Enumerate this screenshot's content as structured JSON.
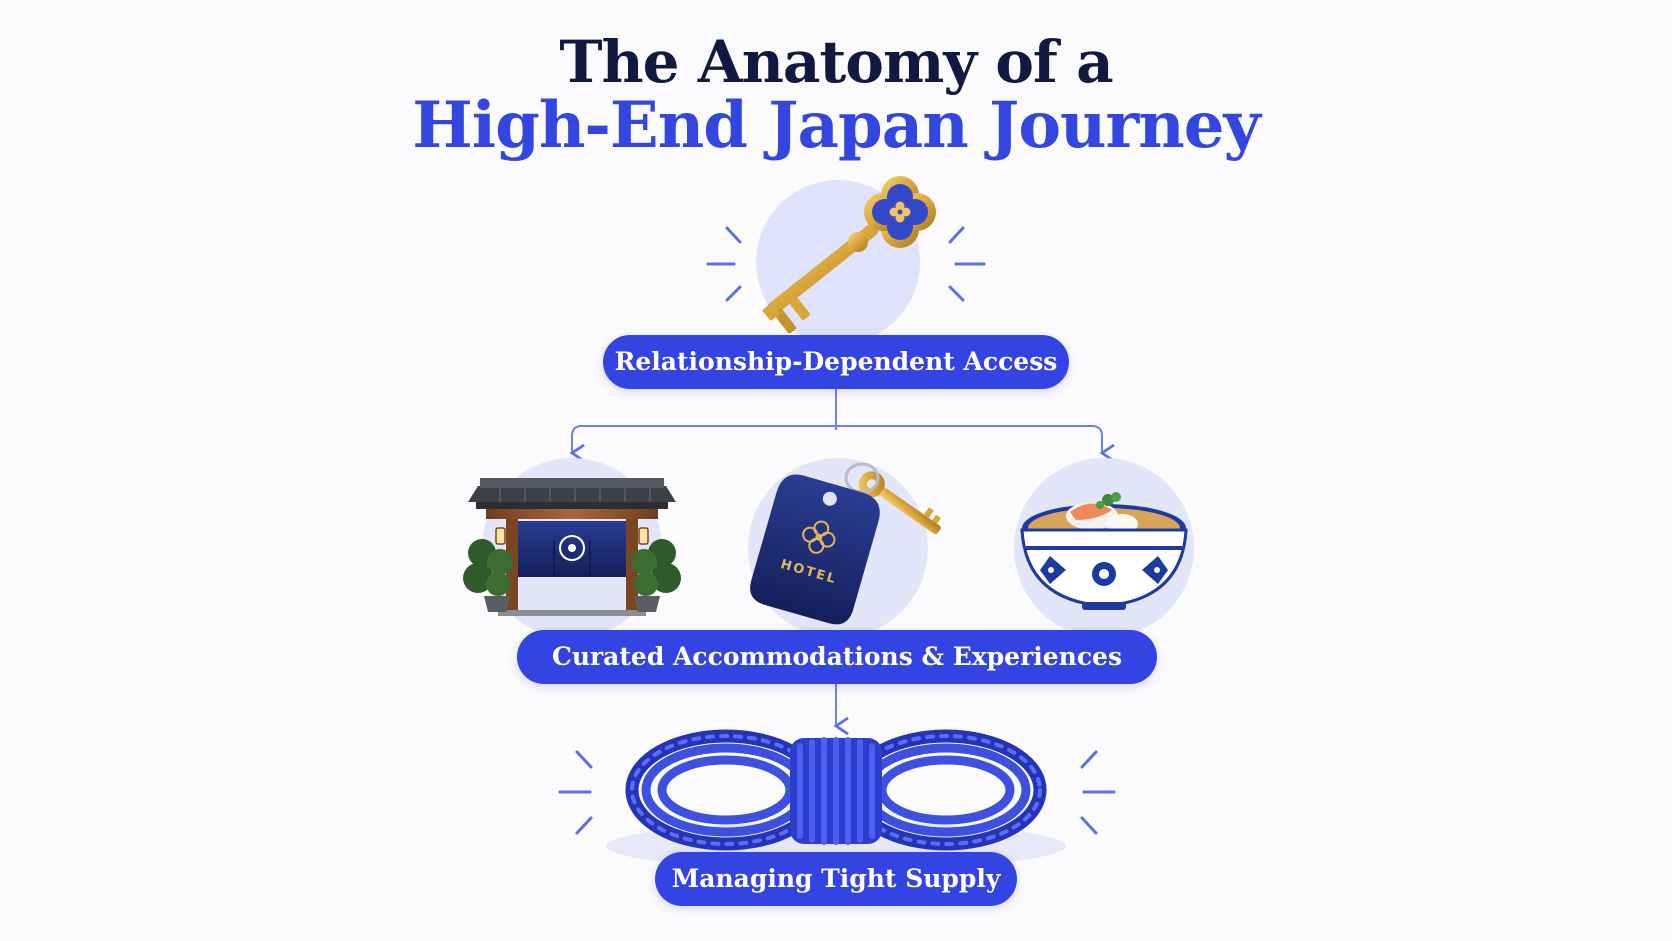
{
  "title": {
    "line1": "The Anatomy of a",
    "line2": "High-End Japan Journey"
  },
  "nodes": {
    "access": {
      "label": "Relationship-Dependent Access",
      "icon": "key-icon"
    },
    "curated": {
      "label": "Curated Accommodations & Experiences",
      "icons": [
        "ryokan-gate-icon",
        "hotel-key-icon",
        "food-bowl-icon"
      ],
      "hotel_tag_text": "HOTEL"
    },
    "supply": {
      "label": "Managing Tight Supply",
      "icon": "rope-coil-icon"
    }
  },
  "colors": {
    "primary_blue": "#3344e2",
    "title_dark": "#101a40",
    "title_blue": "#3347e0",
    "halo": "#dfe3fb",
    "gold": "#d9a63a",
    "navy": "#1f2f7a"
  }
}
